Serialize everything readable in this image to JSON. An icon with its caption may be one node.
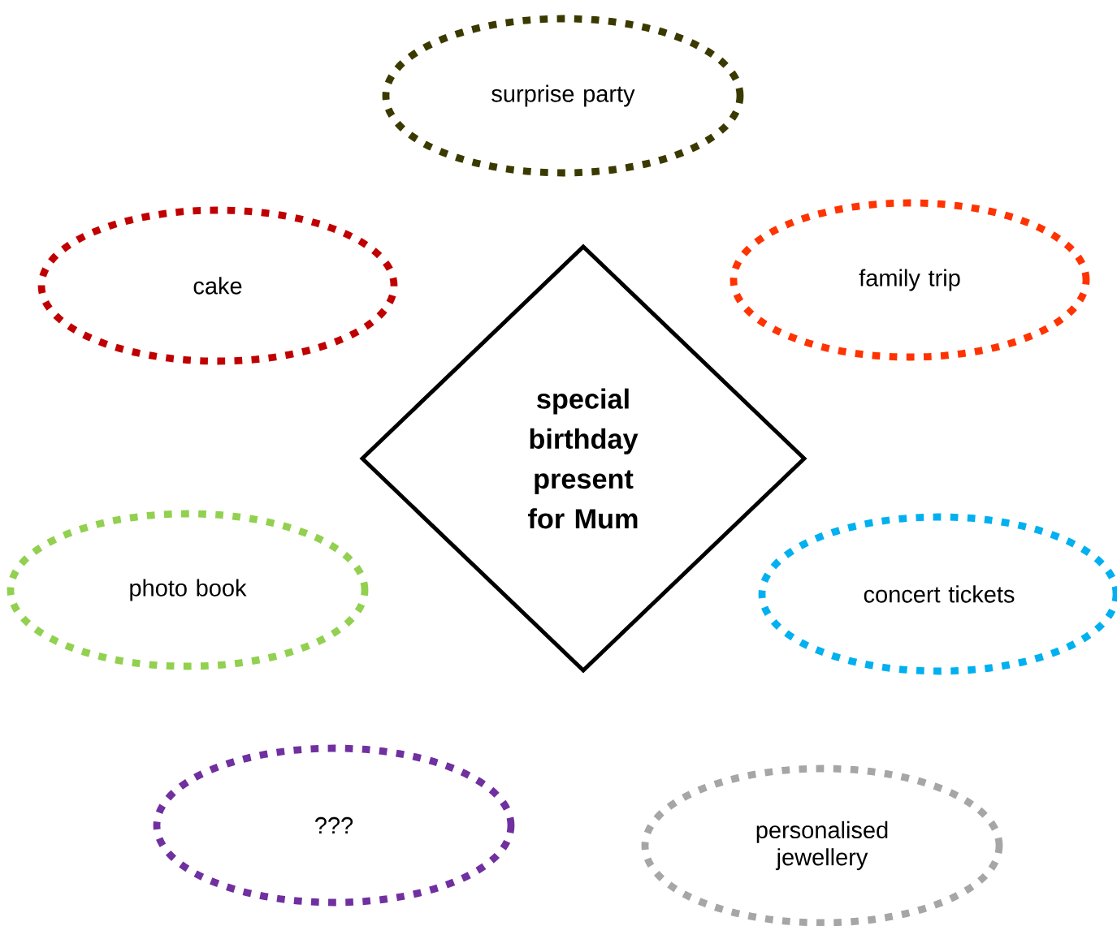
{
  "diagram": {
    "nodes": [
      {
        "text": [
          "surprise party"
        ]
      },
      {
        "text": [
          "cake"
        ]
      },
      {
        "text": [
          "family trip"
        ]
      },
      {
        "text": [
          "special birthday present for Mum"
        ]
      },
      {
        "text": [
          "photo book"
        ]
      },
      {
        "text": [
          "concert tickets"
        ]
      },
      {
        "text": [
          "???"
        ]
      },
      {
        "text": [
          "personalised jewellery"
        ]
      }
    ]
  }
}
